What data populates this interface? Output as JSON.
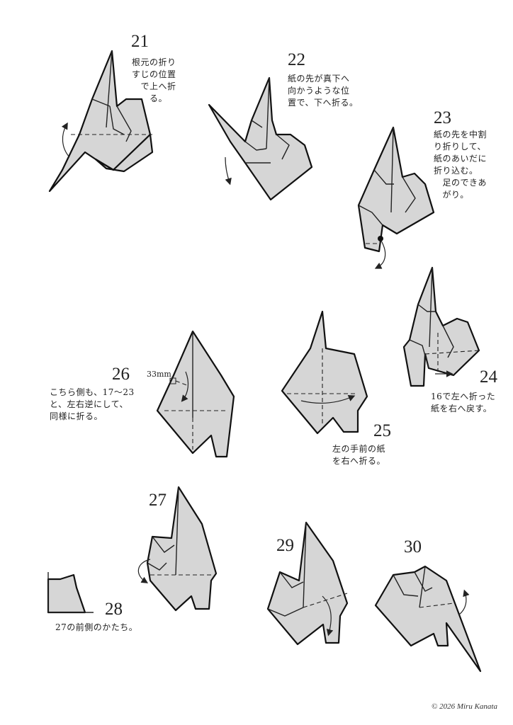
{
  "steps": [
    {
      "number": "21",
      "caption": "根元の折り\nすじの位置\n　で上へ折\n　　る。"
    },
    {
      "number": "22",
      "caption": "紙の先が真下へ\n向かうような位\n置で、下へ折る。"
    },
    {
      "number": "23",
      "caption": "紙の先を中割\nり折りして、\n紙のあいだに\n折り込む。\n　足のできあ\n　がり。"
    },
    {
      "number": "24",
      "caption": "16で左へ折った\n紙を右へ戻す。"
    },
    {
      "number": "25",
      "caption": "左の手前の紙\nを右へ折る。"
    },
    {
      "number": "26",
      "caption": "こちら側も、17〜23\nと、左右逆にして、\n同様に折る。"
    },
    {
      "number": "27",
      "caption": ""
    },
    {
      "number": "28",
      "caption": "27の前側のかたち。"
    },
    {
      "number": "29",
      "caption": ""
    },
    {
      "number": "30",
      "caption": ""
    }
  ],
  "measure_label": "33mm",
  "credit": "© 2026 Miru Kanata"
}
